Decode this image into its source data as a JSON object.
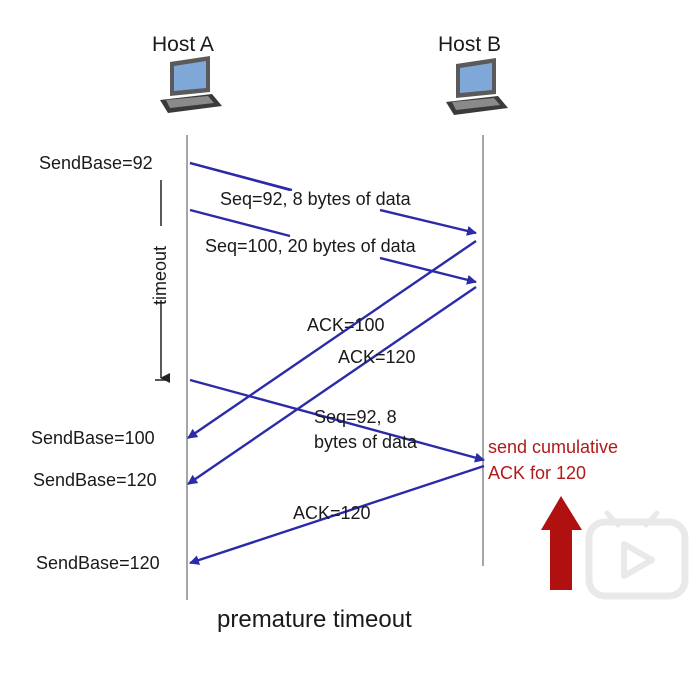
{
  "hosts": {
    "a": "Host A",
    "b": "Host B"
  },
  "timeline": {
    "timeout": "timeout"
  },
  "left_labels": {
    "sb92": "SendBase=92",
    "sb100": "SendBase=100",
    "sb120a": "SendBase=120",
    "sb120b": "SendBase=120"
  },
  "messages": {
    "seq92": "Seq=92, 8 bytes of data",
    "seq100": "Seq=100, 20 bytes of data",
    "ack100": "ACK=100",
    "ack120": "ACK=120",
    "seq92_retx_line1": "Seq=92,  8",
    "seq92_retx_line2": "bytes of data",
    "ack120_final": "ACK=120"
  },
  "annotation": {
    "line1": "send cumulative",
    "line2": "ACK for 120"
  },
  "caption": "premature timeout",
  "colors": {
    "arrow": "#2b2ba8",
    "annotation": "#b01a1a",
    "up_arrow": "#b01010",
    "timeline": "#888888"
  },
  "icons": [
    "computer-icon",
    "play-watermark-icon"
  ]
}
